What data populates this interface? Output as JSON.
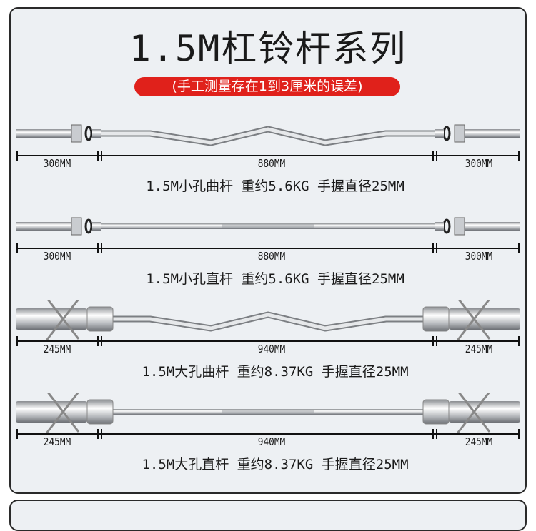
{
  "title": "1.5M杠铃杆系列",
  "note": "(手工测量存在1到3厘米的误差)",
  "bars": [
    {
      "type": "curl",
      "hole": "small",
      "left": "300MM",
      "center": "880MM",
      "right": "300MM",
      "caption": "1.5M小孔曲杆 重约5.6KG 手握直径25MM"
    },
    {
      "type": "straight",
      "hole": "small",
      "left": "300MM",
      "center": "880MM",
      "right": "300MM",
      "caption": "1.5M小孔直杆 重约5.6KG 手握直径25MM"
    },
    {
      "type": "curl",
      "hole": "large",
      "left": "245MM",
      "center": "940MM",
      "right": "245MM",
      "caption": "1.5M大孔曲杆 重约8.37KG 手握直径25MM"
    },
    {
      "type": "straight",
      "hole": "large",
      "left": "245MM",
      "center": "940MM",
      "right": "245MM",
      "caption": "1.5M大孔直杆 重约8.37KG 手握直径25MM"
    }
  ],
  "colors": {
    "accent": "#e0211b",
    "background": "#edf0f3"
  }
}
